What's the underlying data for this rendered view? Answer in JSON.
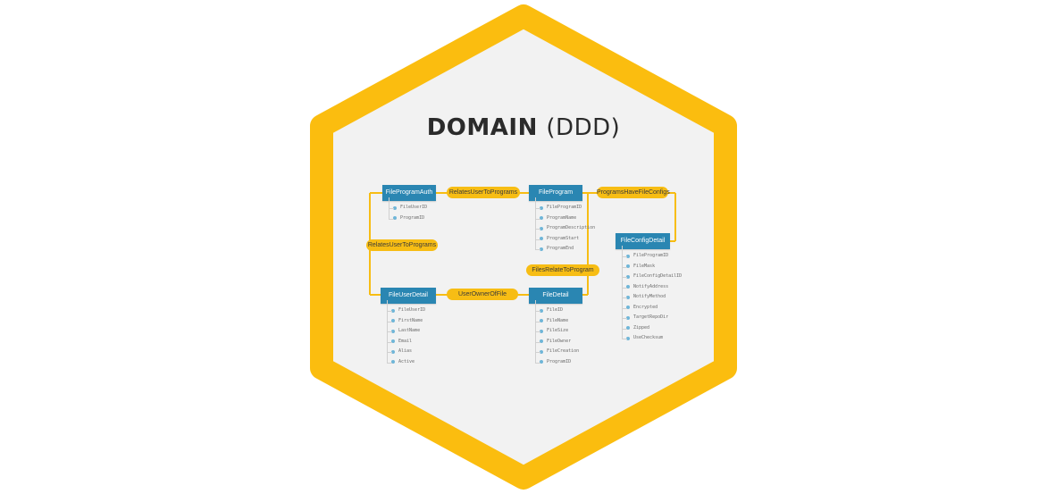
{
  "title": {
    "strong": "DOMAIN",
    "light": "(DDD)"
  },
  "colors": {
    "accent": "#fbbd0f",
    "background": "#f2f2f2",
    "entity_header": "#2a86b2",
    "relation": "#f7bd14",
    "field_dot": "#6fb6d8"
  },
  "entities": [
    {
      "name": "FileProgramAuth",
      "fields": [
        "FileUserID",
        "ProgramID"
      ]
    },
    {
      "name": "FileProgram",
      "fields": [
        "FileProgramID",
        "ProgramName",
        "ProgramDescription",
        "ProgramStart",
        "ProgramEnd"
      ]
    },
    {
      "name": "FileConfigDetail",
      "fields": [
        "FileProgramID",
        "FileMask",
        "FileConfigDetailID",
        "NotifyAddress",
        "NotifyMethod",
        "Encrypted",
        "TargetRepoDir",
        "Zipped",
        "UseChecksum"
      ]
    },
    {
      "name": "FileUserDetail",
      "fields": [
        "FileUserID",
        "FirstName",
        "LastName",
        "Email",
        "Alias",
        "Active"
      ]
    },
    {
      "name": "FileDetail",
      "fields": [
        "FileID",
        "FileName",
        "FileSize",
        "FileOwner",
        "FileCreation",
        "ProgramID"
      ]
    }
  ],
  "relations": [
    {
      "name": "RelatesUserToPrograms"
    },
    {
      "name": "ProgramsHaveFileConfigs"
    },
    {
      "name": "RelatesUserToPrograms"
    },
    {
      "name": "FilesRelateToProgram"
    },
    {
      "name": "UserOwnerOfFile"
    }
  ]
}
